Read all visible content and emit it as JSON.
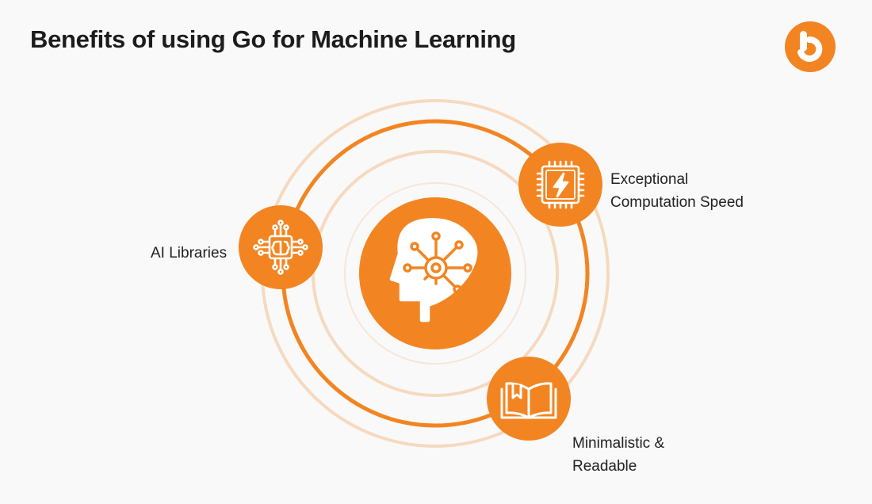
{
  "header": {
    "title": "Benefits of using Go for Machine Learning"
  },
  "logo": {
    "icon": "brand-b-icon",
    "color": "#f28522"
  },
  "colors": {
    "accent": "#f28522",
    "ring_light": "#f6d9be",
    "ring_faint": "#f7e6d6",
    "background": "#f9f9f9"
  },
  "center": {
    "icon": "head-gear-network-icon"
  },
  "benefits": [
    {
      "icon": "processor-brain-circuit-icon",
      "lines": [
        "AI Libraries"
      ]
    },
    {
      "icon": "chip-lightning-icon",
      "lines": [
        "Exceptional",
        "Computation Speed"
      ]
    },
    {
      "icon": "open-book-bookmark-icon",
      "lines": [
        "Minimalistic &",
        "Readable"
      ]
    }
  ]
}
